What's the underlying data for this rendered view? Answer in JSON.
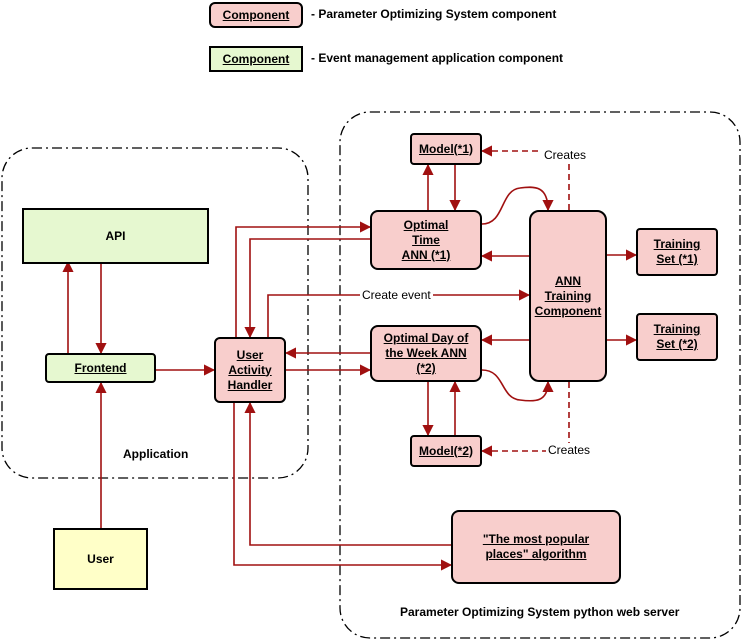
{
  "legend": [
    {
      "swatch": "Component",
      "text": "- Parameter Optimizing System component",
      "color": "#f8cecc"
    },
    {
      "swatch": "Component",
      "text": "- Event management application component",
      "color": "#e6f8d0"
    }
  ],
  "groups": {
    "application": "Application",
    "server": "Parameter Optimizing System python web server"
  },
  "nodes": {
    "api": "API",
    "frontend": "Frontend",
    "user": "User",
    "activity_handler": "User Activity Handler",
    "time_ann": "Optimal Time ANN (*1)",
    "dow_ann": "Optimal Day of the Week ANN (*2)",
    "model1": "Model(*1)",
    "model2": "Model(*2)",
    "training_component": "ANN Training Component",
    "training_set1": "Training Set (*1)",
    "training_set2": "Training Set (*2)",
    "popular": "\"The most popular places\" algorithm"
  },
  "edge_labels": {
    "create_event": "Create event",
    "creates_top": "Creates",
    "creates_bottom": "Creates"
  },
  "colors": {
    "arrow": "#a01010",
    "pink_fill": "#f8cecc",
    "green_fill": "#e6f8d0",
    "yellow_fill": "#ffffc8"
  }
}
